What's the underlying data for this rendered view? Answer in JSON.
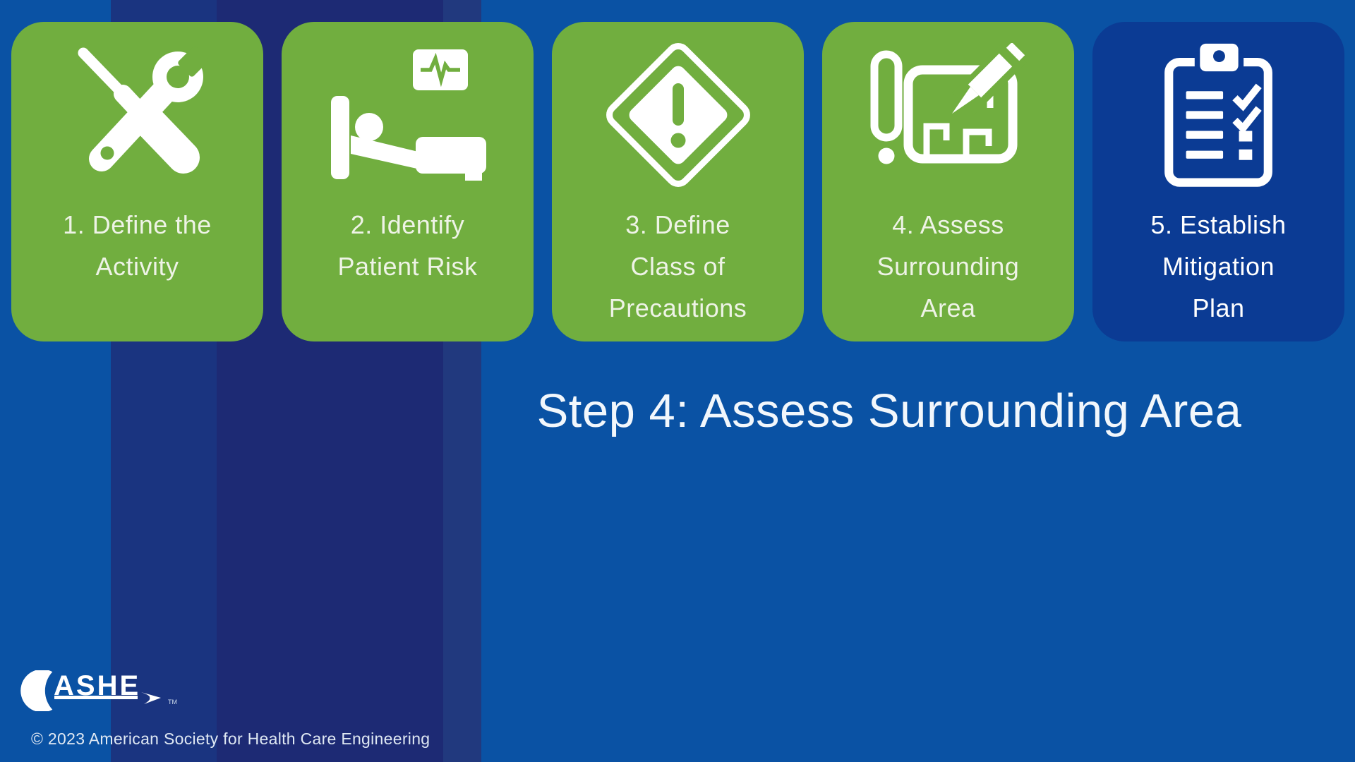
{
  "slide_title": "Step 4: Assess Surrounding Area",
  "steps": [
    {
      "label": "1. Define the\nActivity",
      "icon": "tools-icon",
      "state": "green-highlight"
    },
    {
      "label": "2. Identify\nPatient Risk",
      "icon": "patient-bed-icon",
      "state": "green-highlight"
    },
    {
      "label": "3. Define\nClass of\nPrecautions",
      "icon": "warning-diamond-icon",
      "state": "green-highlight"
    },
    {
      "label": "4. Assess\nSurrounding\nArea",
      "icon": "blueprint-pencil-icon",
      "state": "green-highlight"
    },
    {
      "label": "5. Establish\nMitigation\nPlan",
      "icon": "clipboard-checklist-icon",
      "state": "navy-upcoming"
    }
  ],
  "footer": {
    "logo_text": "ASHE",
    "trademark": "TM",
    "copyright": "© 2023 American Society for Health Care Engineering"
  },
  "colors": {
    "background_blue": "#0a52a4",
    "stripe_medium_navy": "#1a3480",
    "stripe_dark_navy": "#1d2a74",
    "stripe_edge_navy": "#21397e",
    "card_green": "#71ae3f",
    "card_navy": "#0b3b94",
    "card_text_green_bg": "#eef3e6",
    "card_text_navy_bg": "#ffffff",
    "title_white": "#f2f7fc"
  }
}
